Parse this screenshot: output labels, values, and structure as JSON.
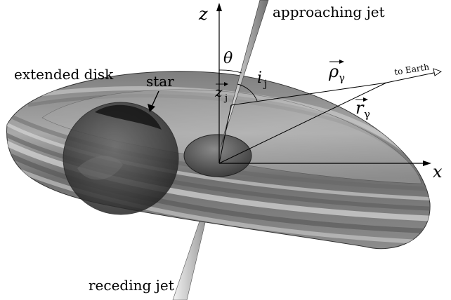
{
  "labels": {
    "z_axis": "z",
    "x_axis": "x",
    "approaching_jet": "approaching jet",
    "receding_jet": "receding jet",
    "extended_disk": "extended disk",
    "star": "star",
    "to_earth": "to Earth",
    "theta": "θ",
    "i_j": {
      "base": "i",
      "sub": "j"
    },
    "z_j": {
      "base": "z",
      "sub": "j"
    },
    "rho_gamma": {
      "base": "ρ",
      "sub": "γ"
    },
    "r_gamma": {
      "base": "r",
      "sub": "γ"
    }
  },
  "colors": {
    "disk_dark": "#5e5e5e",
    "disk_mid": "#8a8a8a",
    "disk_light": "#c9c9c9",
    "star_fill": "#3a3a3a",
    "core_fill": "#4f4f4f",
    "jet_light": "#e6e6e6",
    "jet_dark": "#7a7a7a"
  }
}
